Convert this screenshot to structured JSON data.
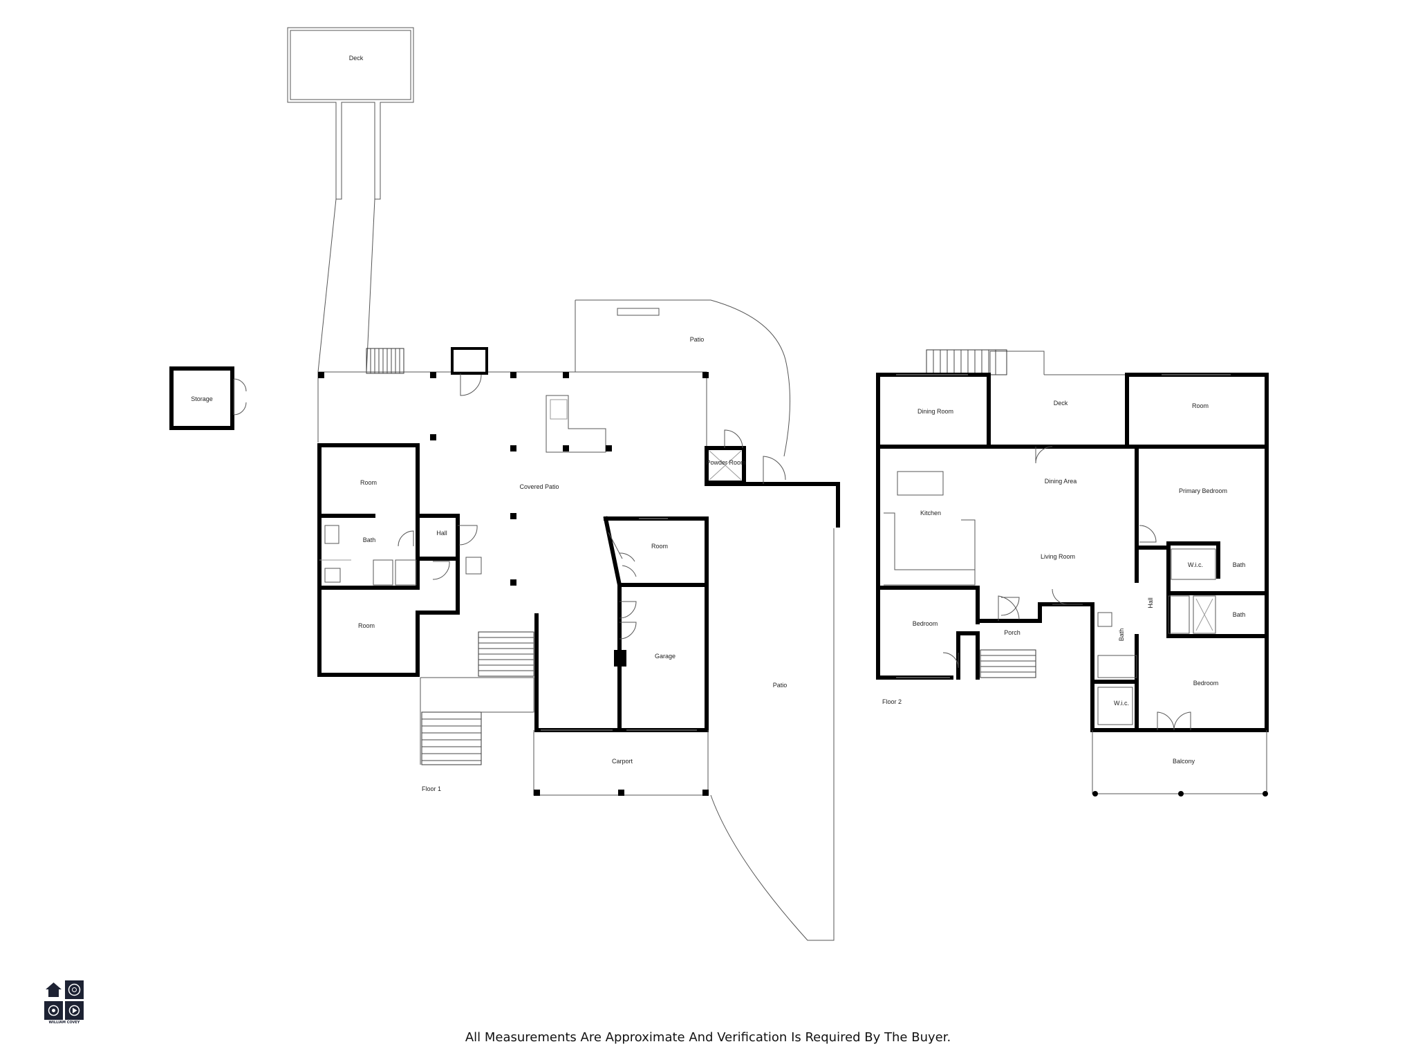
{
  "floors": [
    {
      "label": "Floor 1",
      "rooms": [
        "Deck",
        "Storage",
        "Patio",
        "Covered Patio",
        "Room",
        "Bath",
        "Hall",
        "Room",
        "Room",
        "Garage",
        "Powder Room",
        "Patio",
        "Carport"
      ]
    },
    {
      "label": "Floor 2",
      "rooms": [
        "Dining Room",
        "Deck",
        "Room",
        "Dining Area",
        "Kitchen",
        "Primary Bedroom",
        "W.i.c.",
        "Bath",
        "Living Room",
        "Bath",
        "Hall",
        "Bedroom",
        "Porch",
        "Bath",
        "W.i.c.",
        "Bedroom",
        "Balcony"
      ]
    }
  ],
  "disclaimer": "All Measurements Are Approximate And Verification Is Required By The Buyer.",
  "logo": {
    "text": "WILLIAM COVEY",
    "icons": [
      "house-icon",
      "aperture-icon",
      "target-icon",
      "play-icon"
    ],
    "color": "#1d2233"
  }
}
